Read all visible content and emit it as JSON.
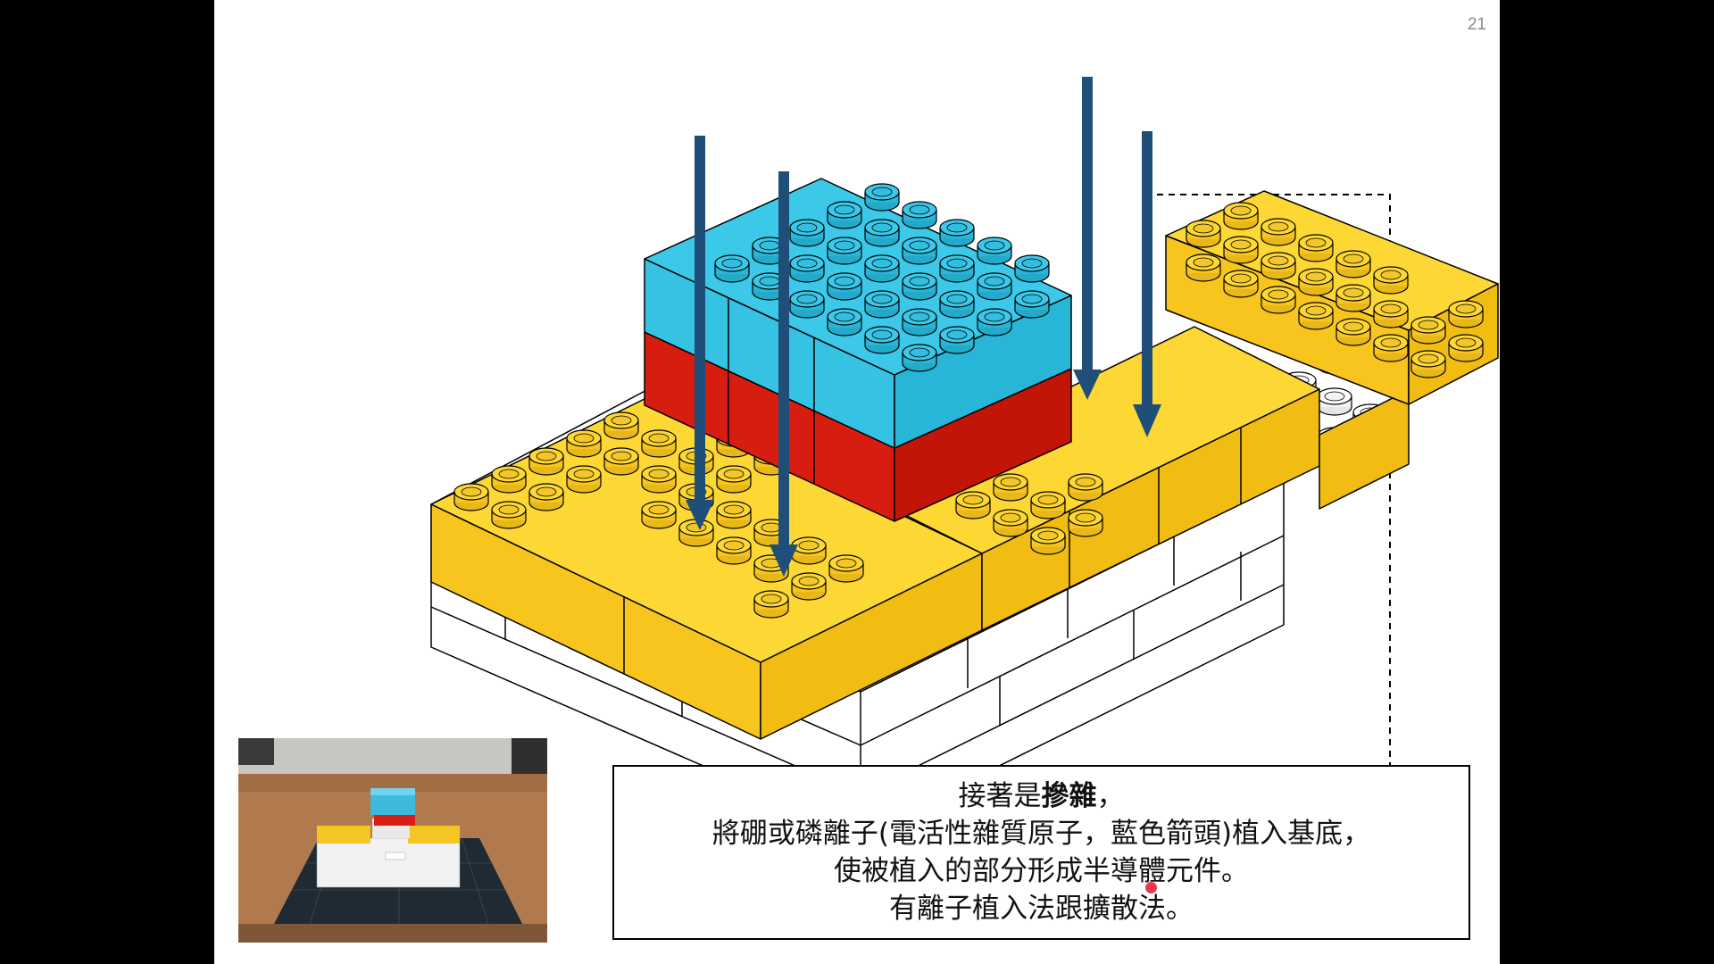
{
  "slide": {
    "number": "21"
  },
  "caption": {
    "line1_prefix": "接著是",
    "line1_bold": "摻雜",
    "line1_suffix": "，",
    "line2": "將硼或磷離子(電活性雜質原子，藍色箭頭)植入基底，",
    "line3": "使被植入的部分形成半導體元件。",
    "line4": "有離子植入法跟擴散法。"
  },
  "colors": {
    "yellow": "#fdd835",
    "yellow_side": "#f7c51d",
    "blue": "#3cc8e8",
    "blue_side": "#28b6d8",
    "red": "#d61d10",
    "red_side": "#c21407",
    "white": "#ffffff",
    "arrow": "#1f4e79",
    "outline": "#000000",
    "background": "#000000"
  },
  "icons": {
    "arrows": "down-arrow-icon",
    "pointer": "laser-pointer-dot"
  }
}
